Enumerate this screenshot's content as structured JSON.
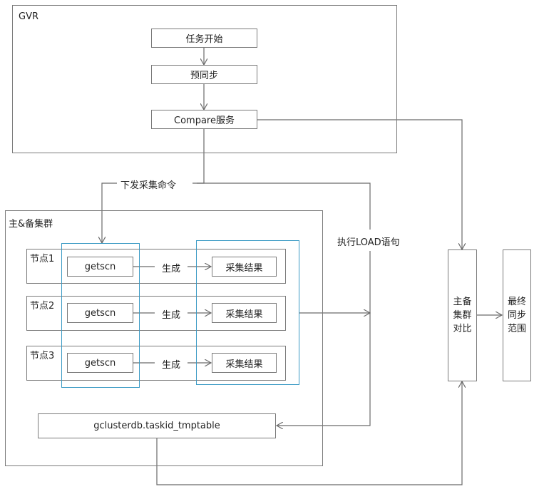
{
  "gvr": {
    "title": "GVR",
    "steps": [
      "任务开始",
      "预同步",
      "Compare服务"
    ]
  },
  "edges": {
    "dispatch": "下发采集命令",
    "load": "执行LOAD语句",
    "generate": "生成"
  },
  "cluster": {
    "title": "主&备集群",
    "nodes": [
      {
        "label": "节点1",
        "source": "getscn",
        "result": "采集结果"
      },
      {
        "label": "节点2",
        "source": "getscn",
        "result": "采集结果"
      },
      {
        "label": "节点3",
        "source": "getscn",
        "result": "采集结果"
      }
    ],
    "table": "gclusterdb.taskid_tmptable"
  },
  "compare": {
    "lines": [
      "主备",
      "集群",
      "对比"
    ]
  },
  "final": {
    "lines": [
      "最终",
      "同步",
      "范围"
    ]
  }
}
